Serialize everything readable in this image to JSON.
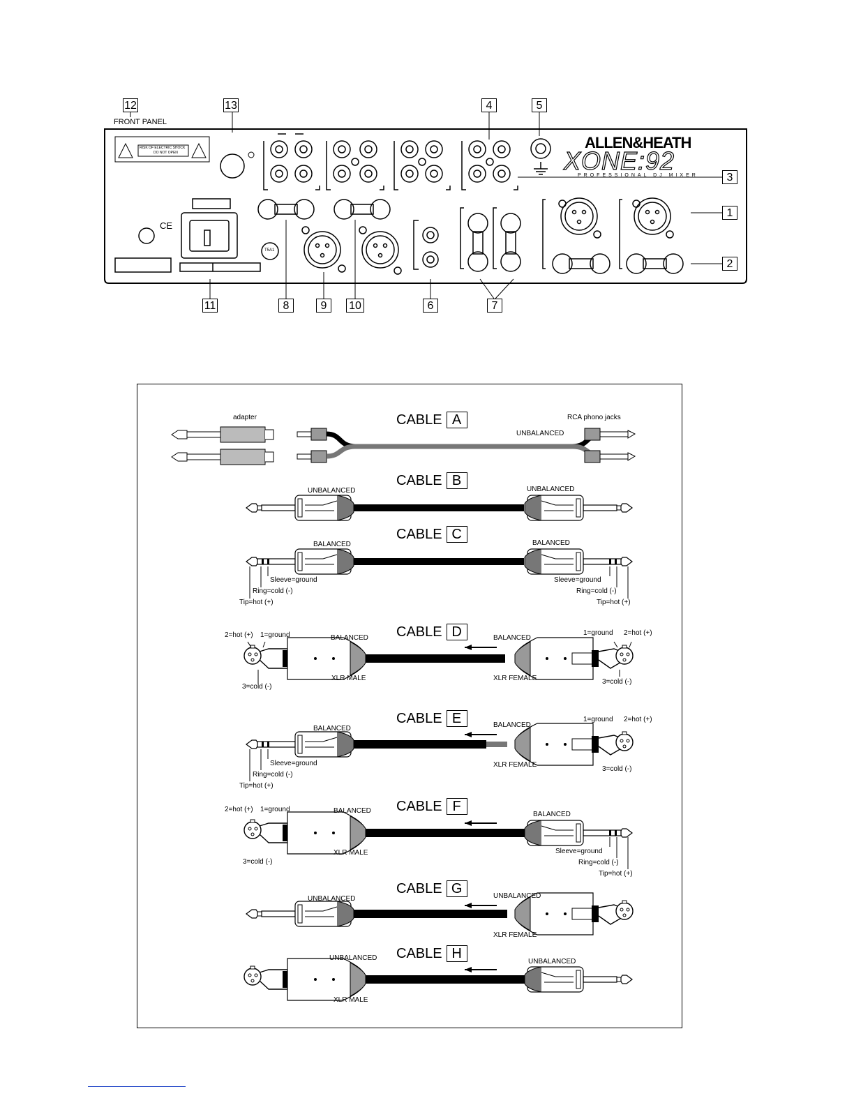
{
  "panel": {
    "front_panel_label": "FRONT PANEL",
    "callouts": [
      "1",
      "2",
      "3",
      "4",
      "5",
      "6",
      "7",
      "8",
      "9",
      "10",
      "11",
      "12",
      "13"
    ],
    "brand": "ALLEN&HEATH",
    "model": "XONE:92",
    "tagline": "PROFESSIONAL DJ MIXER",
    "warning_text_1": "RISK OF ELECTRIC SHOCK",
    "warning_text_2": "DO NOT OPEN",
    "ce_mark": "CE",
    "fuse_label": "T5A1"
  },
  "cables": {
    "adapter_label": "adapter",
    "a": {
      "word": "CABLE",
      "letter": "A",
      "rca": "RCA phono jacks",
      "mid": "UNBALANCED"
    },
    "b": {
      "word": "CABLE",
      "letter": "B",
      "left": "UNBALANCED",
      "right": "UNBALANCED"
    },
    "c": {
      "word": "CABLE",
      "letter": "C",
      "left": "BALANCED",
      "right": "BALANCED",
      "sleeve": "Sleeve=ground",
      "ring": "Ring=cold (-)",
      "tip": "Tip=hot (+)"
    },
    "d": {
      "word": "CABLE",
      "letter": "D",
      "left": "BALANCED",
      "right": "BALANCED",
      "hot": "2=hot (+)",
      "ground": "1=ground",
      "cold": "3=cold (-)",
      "male": "XLR MALE",
      "female": "XLR FEMALE"
    },
    "e": {
      "word": "CABLE",
      "letter": "E",
      "left": "BALANCED",
      "right": "BALANCED",
      "sleeve": "Sleeve=ground",
      "ring": "Ring=cold (-)",
      "tip": "Tip=hot (+)",
      "ground": "1=ground",
      "hot": "2=hot (+)",
      "cold": "3=cold (-)",
      "female": "XLR FEMALE"
    },
    "f": {
      "word": "CABLE",
      "letter": "F",
      "left": "BALANCED",
      "right": "BALANCED",
      "hot": "2=hot (+)",
      "ground": "1=ground",
      "cold": "3=cold (-)",
      "male": "XLR MALE",
      "sleeve": "Sleeve=ground",
      "ring": "Ring=cold (-)",
      "tip": "Tip=hot (+)"
    },
    "g": {
      "word": "CABLE",
      "letter": "G",
      "left": "UNBALANCED",
      "right": "UNBALANCED",
      "female": "XLR FEMALE"
    },
    "h": {
      "word": "CABLE",
      "letter": "H",
      "left": "UNBALANCED",
      "right": "UNBALANCED",
      "male": "XLR MALE"
    }
  },
  "pins": {
    "one": "1",
    "two": "2",
    "three": "3"
  }
}
